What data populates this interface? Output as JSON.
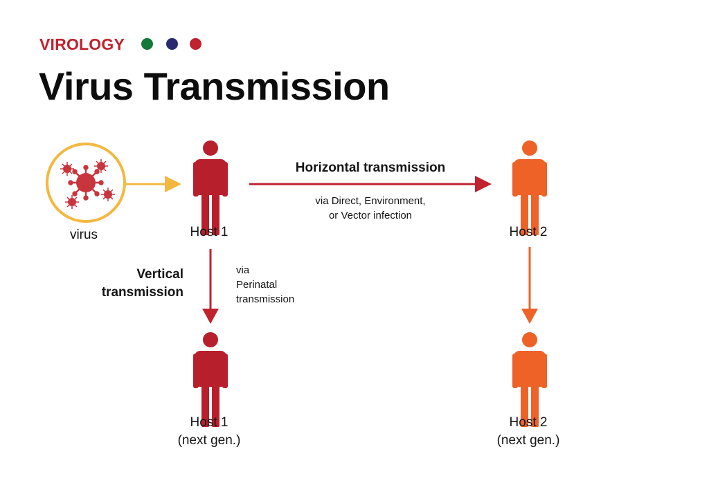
{
  "header": {
    "category": "VIROLOGY",
    "title": "Virus Transmission",
    "dot_colors": [
      "#137a3a",
      "#2b2a6e",
      "#c0222f"
    ]
  },
  "virus": {
    "label": "virus"
  },
  "nodes": {
    "host1": "Host 1",
    "host2": "Host 2",
    "host1_next": [
      "Host 1",
      "(next gen.)"
    ],
    "host2_next": [
      "Host 2",
      "(next gen.)"
    ]
  },
  "horizontal": {
    "title": "Horizontal transmission",
    "note": [
      "via Direct, Environment,",
      "or Vector infection"
    ]
  },
  "vertical": {
    "title": [
      "Vertical",
      "transmission"
    ],
    "note": [
      "via",
      "Perinatal",
      "transmission"
    ]
  },
  "colors": {
    "host1_red": "#b81f2c",
    "host2_orange": "#ee6228",
    "arrow_red": "#c0222f",
    "arrow_yellow": "#f4b840",
    "virus_circle": "#f4b840",
    "virus_body": "#c9353d"
  },
  "icons": {
    "person": "person-icon",
    "virus": "virus-icon"
  }
}
